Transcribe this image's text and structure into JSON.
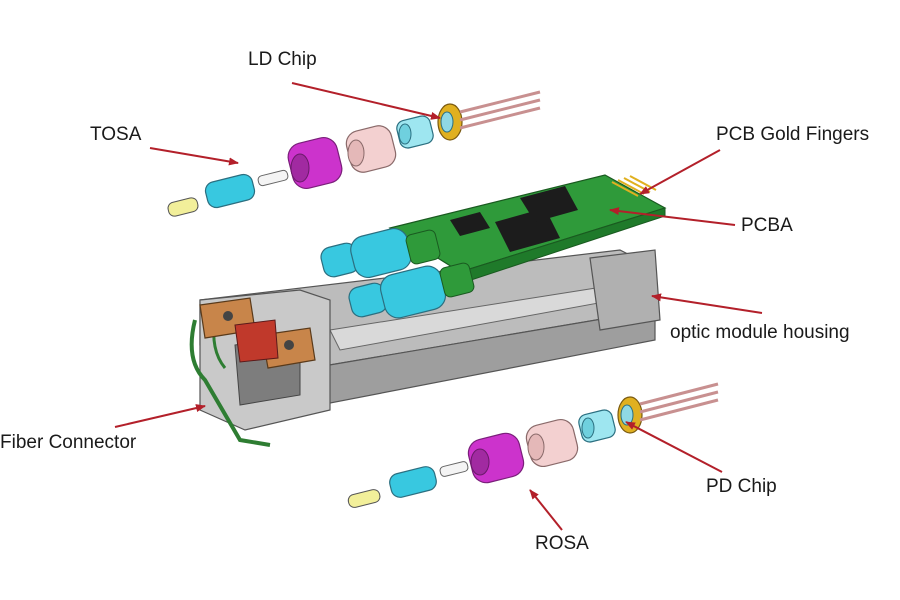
{
  "labels": {
    "ld_chip": "LD Chip",
    "tosa": "TOSA",
    "pcb_gold_fingers": "PCB Gold Fingers",
    "pcba": "PCBA",
    "housing": "optic module housing",
    "fiber_connector": "Fiber Connector",
    "pd_chip": "PD Chip",
    "rosa": "ROSA"
  },
  "colors": {
    "arrow": "#b3202a",
    "pcb_green": "#2f9a3a",
    "chip_black": "#1c1c1c",
    "gold": "#e0b020",
    "lens_magenta": "#cc33cc",
    "barrel_cyan": "#38c8e0",
    "sleeve_pink": "#f3d0d0",
    "housing_gray": "#bcbcbc",
    "latch_copper": "#c8854a"
  }
}
